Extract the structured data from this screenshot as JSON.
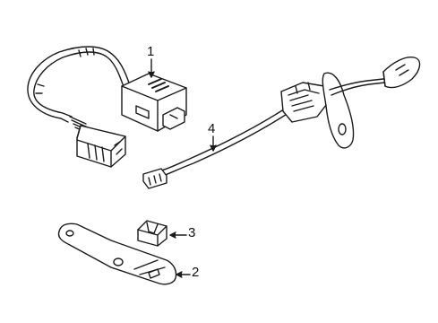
{
  "callouts": [
    {
      "id": "1",
      "label": "1"
    },
    {
      "id": "2",
      "label": "2"
    },
    {
      "id": "3",
      "label": "3"
    },
    {
      "id": "4",
      "label": "4"
    }
  ],
  "colors": {
    "line": "#1a1a1a",
    "fill": "#ffffff"
  }
}
